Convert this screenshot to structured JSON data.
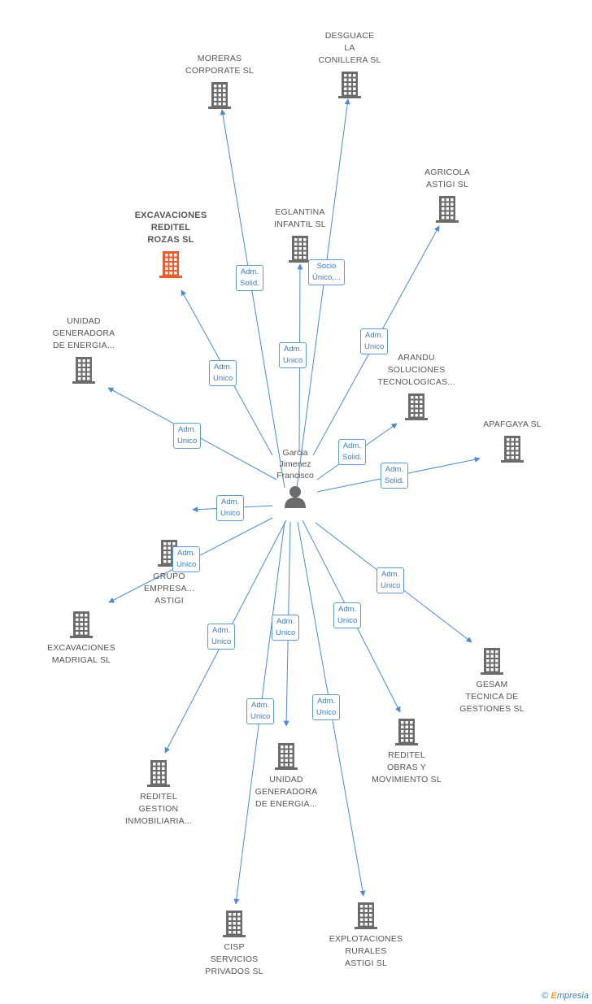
{
  "person": {
    "label": "Garcia\nJimenez\nFrancisco",
    "icon": "person-icon"
  },
  "colors": {
    "edge": "#4a8ad8",
    "building": "#6b6b6b",
    "highlight": "#f0592a",
    "badge_border": "#5b9bd5"
  },
  "companies": [
    {
      "id": "moreras",
      "label": "MORERAS\nCORPORATE SL"
    },
    {
      "id": "desguace",
      "label": "DESGUACE\nLA\nCONILLERA SL"
    },
    {
      "id": "agricola",
      "label": "AGRICOLA\nASTIGI SL"
    },
    {
      "id": "excavaciones-reditel",
      "label": "EXCAVACIONES\nREDITEL\nROZAS SL",
      "highlight": true
    },
    {
      "id": "eglantina",
      "label": "EGLANTINA\nINFANTIL SL"
    },
    {
      "id": "unidad-gen-1",
      "label": "UNIDAD\nGENERADORA\nDE ENERGIA..."
    },
    {
      "id": "arandu",
      "label": "ARANDU\nSOLUCIONES\nTECNOLOGICAS..."
    },
    {
      "id": "apafgaya",
      "label": "APAFGAYA SL"
    },
    {
      "id": "grupo",
      "label": "GRUPO\nEMPRESA...\nASTIGI"
    },
    {
      "id": "excavaciones-madrigal",
      "label": "EXCAVACIONES\nMADRIGAL SL"
    },
    {
      "id": "gesam",
      "label": "GESAM\nTECNICA DE\nGESTIONES SL"
    },
    {
      "id": "reditel-obras",
      "label": "REDITEL\nOBRAS Y\nMOVIMIENTO SL"
    },
    {
      "id": "unidad-gen-2",
      "label": "UNIDAD\nGENERADORA\nDE ENERGIA..."
    },
    {
      "id": "reditel-gestion",
      "label": "REDITEL\nGESTION\nINMOBILIARIA..."
    },
    {
      "id": "cisp",
      "label": "CISP\nSERVICIOS\nPRIVADOS SL"
    },
    {
      "id": "explotaciones",
      "label": "EXPLOTACIONES\nRURALES\nASTIGI SL"
    }
  ],
  "relations": [
    {
      "to": "moreras",
      "role": "Adm.\nSolid."
    },
    {
      "to": "desguace",
      "role": "Socio\nÚnico,..."
    },
    {
      "to": "agricola",
      "role": "Adm.\nUnico"
    },
    {
      "to": "excavaciones-reditel",
      "role": "Adm.\nUnico"
    },
    {
      "to": "eglantina",
      "role": "Adm.\nUnico"
    },
    {
      "to": "unidad-gen-1",
      "role": "Adm.\nUnico"
    },
    {
      "to": "arandu",
      "role": "Adm.\nSolid."
    },
    {
      "to": "apafgaya",
      "role": "Adm.\nSolid."
    },
    {
      "to": "grupo",
      "role": "Adm.\nUnico"
    },
    {
      "to": "excavaciones-madrigal",
      "role": "Adm.\nUnico"
    },
    {
      "to": "gesam",
      "role": "Adm.\nUnico"
    },
    {
      "to": "reditel-obras",
      "role": "Adm.\nUnico"
    },
    {
      "to": "unidad-gen-2",
      "role": "Adm.\nUnico"
    },
    {
      "to": "reditel-gestion",
      "role": "Adm.\nUnico"
    },
    {
      "to": "cisp",
      "role": "Adm.\nUnico"
    },
    {
      "to": "explotaciones",
      "role": "Adm.\nUnico"
    }
  ],
  "footer": {
    "copyright": "©",
    "brand_first": "E",
    "brand_rest": "mpresia"
  }
}
